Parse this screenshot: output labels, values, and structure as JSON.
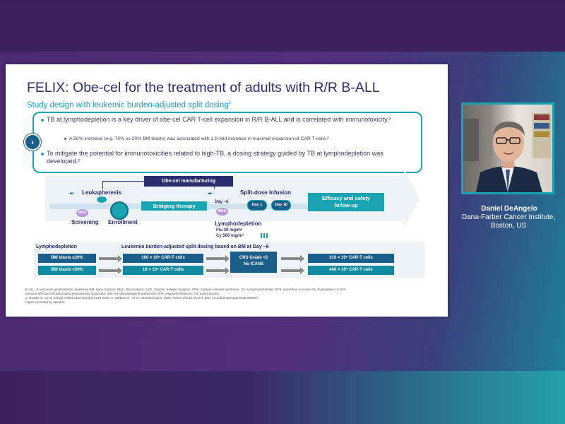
{
  "slide": {
    "title": "FELIX: Obe-cel for the treatment of adults with R/R B-ALL",
    "subtitle": "Study design with leukemic burden-adjusted split dosing",
    "subtitle_sup": "1",
    "bullet1": "TB at lymphodepletion is a key driver of obe-cel CAR T-cell expansion in R/R B-ALL and is correlated with immunotoxicity.²",
    "bullet2": "A 50% increase (e.g. 70% vs 20% BM blasts) was associated with 1.9-fold increase in maximal expansion of CAR T-cells.²",
    "bullet3": "To mitigate the potential for immunotoxicities related to high-TB, a dosing strategy guided by TB at lymphodepletion was developed.²",
    "nav_icon": "chevron-right-icon"
  },
  "flow": {
    "manufacturing": "Obe-cel manufacturing",
    "leukapheresis": "Leukapheresis",
    "screening": "Screening",
    "enrollment": "Enrollment",
    "bridging": "Bridging therapy",
    "day_minus6": "Day −6",
    "split_dose": "Split-dose infusion",
    "day1": "Day 1",
    "day10": "Day 10",
    "bma": "BMA",
    "efficacy_line1": "Efficacy and safety",
    "efficacy_line2": "follow-up",
    "lymphodepletion": "Lymphodepletion",
    "flu": "Flu 30 mg/m²",
    "cy": "Cy 500 mg/m²"
  },
  "dosing_table": {
    "header_left": "Lymphodepletion",
    "header_main": "Leukemia burden-adjusted split dosing based on BM at Day −6",
    "row1_blasts": "BM blasts ≤20%",
    "row2_blasts": "BM blasts >20%",
    "row1_dose1": "100 × 10⁶ CAR-T cells",
    "row2_dose1": "10 × 10⁶ CAR-T cells",
    "crs_line1": "CRS Grade <2",
    "crs_line2": "No ICANS",
    "row1_dose2": "310 × 10⁶ CAR-T cells",
    "row2_dose2": "400 × 10⁶ CAR-T cells"
  },
  "footnotes": {
    "line1": "B-ALL, B-cell acute lymphoblastic leukemia; BM, bone marrow; BMA, BM analysis; CAR, chimeric antigen receptor; CRS, cytokine release syndrome; Cy, cyclophosphamide; EFS, event-free survival; Flu, fludarabine; ICANS,",
    "line2": "immune effector cell-associated neurotoxicity syndrome; obe-cel, obecabtagene autoleucel; R/R, relapsed/refractory; TB, tumor burden.",
    "line3": "1. Roddie C., et al. N Engl J Med 2024;391(23):2219-2230; 2. Jabbour E., et al. Haematologica. 2026. Online ahead of print. DOI: 10.3324/haematol.2025.288587.",
    "line4": "Figure provided by speaker."
  },
  "speaker": {
    "name": "Daniel DeAngelo",
    "affiliation_line1": "Dana-Farber Cancer Institute,",
    "affiliation_line2": "Boston, US"
  },
  "colors": {
    "title": "#2a2e6e",
    "accent_teal": "#1aa3b0",
    "dark_blue": "#1a5f8c",
    "background_purple": "#4a2a70"
  }
}
